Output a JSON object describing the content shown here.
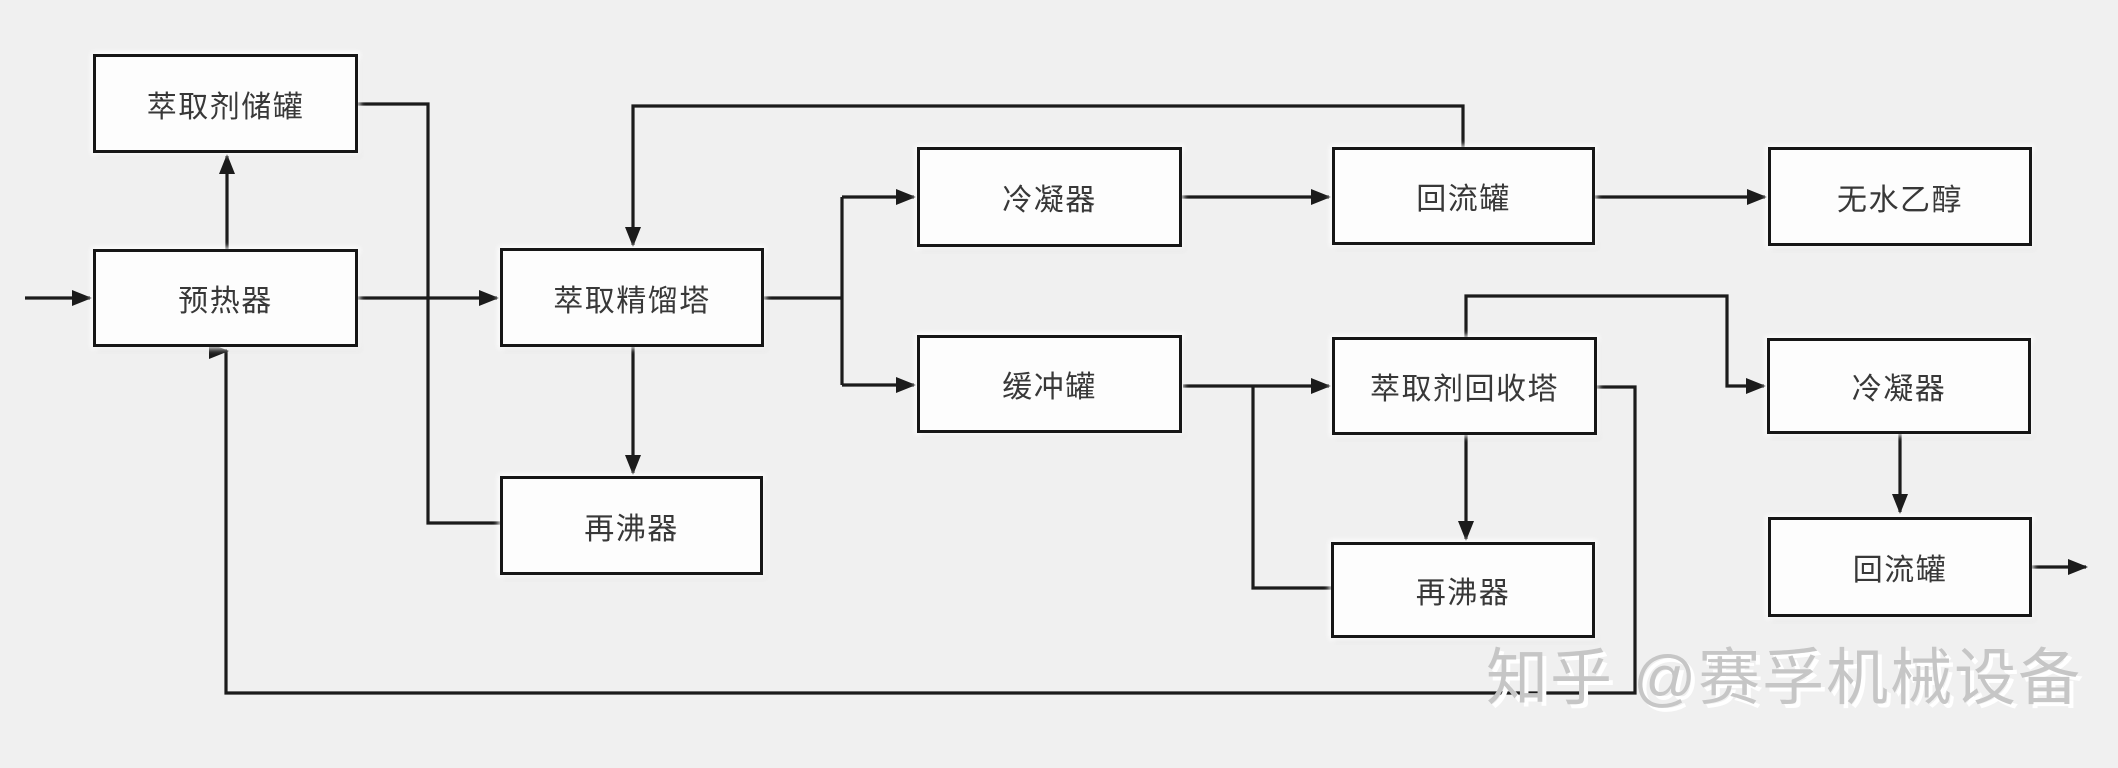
{
  "diagram": {
    "type": "process-flow",
    "language": "zh-CN",
    "nodes": [
      {
        "id": "extractant-storage-tank",
        "label": "萃取剂储罐"
      },
      {
        "id": "preheater",
        "label": "预热器"
      },
      {
        "id": "extractive-distillation-column",
        "label": "萃取精馏塔"
      },
      {
        "id": "reboiler-1",
        "label": "再沸器"
      },
      {
        "id": "condenser-1",
        "label": "冷凝器"
      },
      {
        "id": "buffer-tank",
        "label": "缓冲罐"
      },
      {
        "id": "reflux-tank-1",
        "label": "回流罐"
      },
      {
        "id": "extractant-recovery-column",
        "label": "萃取剂回收塔"
      },
      {
        "id": "anhydrous-ethanol",
        "label": "无水乙醇"
      },
      {
        "id": "condenser-2",
        "label": "冷凝器"
      },
      {
        "id": "reboiler-2",
        "label": "再沸器"
      },
      {
        "id": "reflux-tank-2",
        "label": "回流罐"
      }
    ],
    "edges": [
      {
        "from": "feed-inlet",
        "to": "preheater",
        "arrow": true
      },
      {
        "from": "preheater",
        "to": "extractant-storage-tank",
        "arrow": true
      },
      {
        "from": "preheater",
        "to": "extractive-distillation-column",
        "arrow": true
      },
      {
        "from": "extractant-storage-tank",
        "to": "reboiler-1",
        "arrow": false
      },
      {
        "from": "extractive-distillation-column",
        "to": "reboiler-1",
        "arrow": true
      },
      {
        "from": "extractive-distillation-column",
        "to": "condenser-1",
        "arrow": true
      },
      {
        "from": "extractive-distillation-column",
        "to": "buffer-tank",
        "arrow": true
      },
      {
        "from": "condenser-1",
        "to": "reflux-tank-1",
        "arrow": true
      },
      {
        "from": "reflux-tank-1",
        "to": "extractive-distillation-column",
        "arrow": true
      },
      {
        "from": "reflux-tank-1",
        "to": "anhydrous-ethanol",
        "arrow": true
      },
      {
        "from": "buffer-tank",
        "to": "extractant-recovery-column",
        "arrow": true
      },
      {
        "from": "buffer-tank",
        "to": "reboiler-2",
        "arrow": false
      },
      {
        "from": "extractant-recovery-column",
        "to": "condenser-2",
        "arrow": true
      },
      {
        "from": "extractant-recovery-column",
        "to": "reboiler-2",
        "arrow": true
      },
      {
        "from": "extractant-recovery-column",
        "to": "preheater",
        "arrow": true
      },
      {
        "from": "condenser-2",
        "to": "reflux-tank-2",
        "arrow": true
      },
      {
        "from": "reflux-tank-2",
        "to": "product-outlet",
        "arrow": true
      }
    ]
  },
  "watermark": {
    "text": "知乎 @赛孚机械设备"
  },
  "colors": {
    "background": "#f0f0f0",
    "line": "#1b1b1b",
    "box_fill": "#fdfdfd",
    "box_border": "#161616",
    "box_text": "#383838",
    "watermark_text": "#c6c6c6",
    "watermark_shadow": "#ffffff"
  }
}
